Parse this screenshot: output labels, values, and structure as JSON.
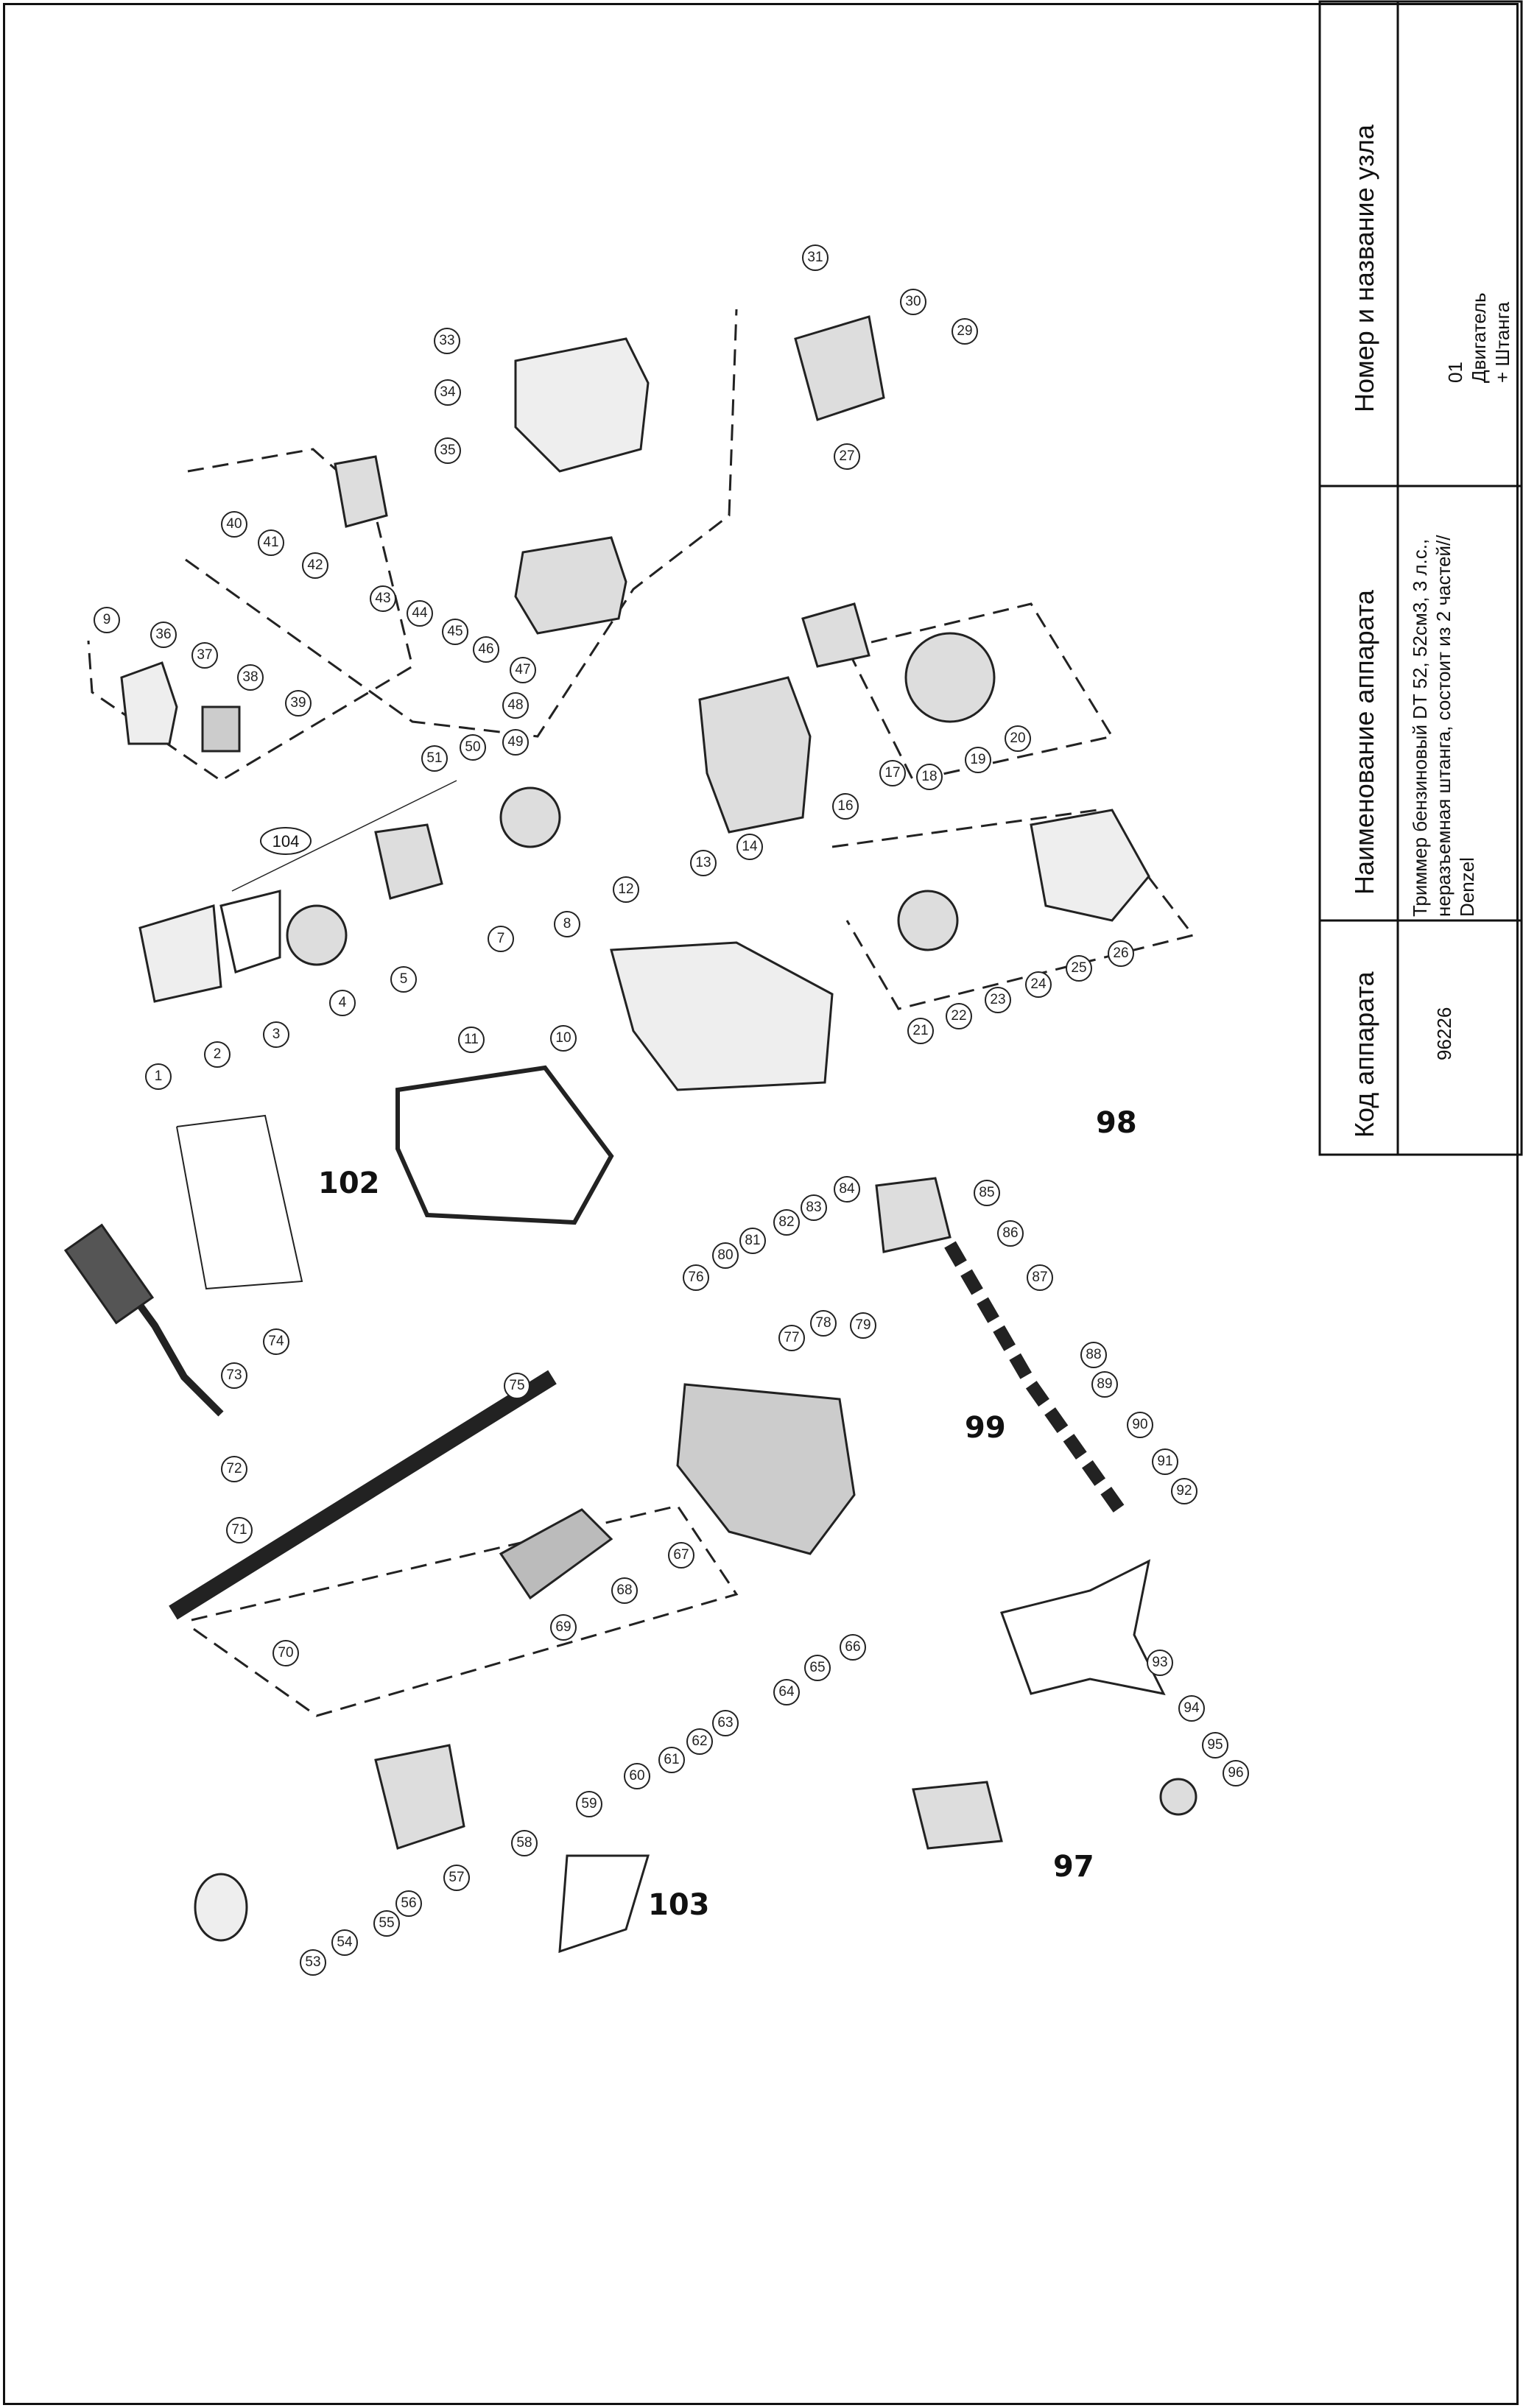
{
  "table": {
    "col1": {
      "header": "Код аппарата",
      "value": "96226"
    },
    "col2": {
      "header": "Наименование аппарата",
      "value": "Триммер бензиновый DT 52, 52см3, 3 л.с., неразъемная штанга, состоит из 2 частей// Denzel"
    },
    "col3": {
      "header": "Номер и название узла",
      "value": "01 Двигатель + Штанга"
    }
  },
  "diagram": {
    "callouts": [
      "1",
      "2",
      "3",
      "4",
      "5",
      "7",
      "8",
      "9",
      "10",
      "11",
      "12",
      "13",
      "14",
      "16",
      "17",
      "18",
      "19",
      "20",
      "21",
      "22",
      "23",
      "24",
      "25",
      "26",
      "27",
      "29",
      "30",
      "31",
      "33",
      "34",
      "35",
      "36",
      "37",
      "38",
      "39",
      "40",
      "41",
      "42",
      "43",
      "44",
      "45",
      "46",
      "47",
      "48",
      "49",
      "50",
      "51",
      "53",
      "54",
      "55",
      "56",
      "57",
      "58",
      "59",
      "60",
      "61",
      "62",
      "63",
      "64",
      "65",
      "66",
      "67",
      "68",
      "69",
      "70",
      "71",
      "72",
      "73",
      "74",
      "75",
      "76",
      "77",
      "78",
      "79",
      "80",
      "81",
      "82",
      "83",
      "84",
      "85",
      "86",
      "87",
      "88",
      "89",
      "90",
      "91",
      "92",
      "93",
      "94",
      "95",
      "96"
    ],
    "big_labels": [
      "97",
      "98",
      "99",
      "102",
      "103",
      "104"
    ]
  }
}
